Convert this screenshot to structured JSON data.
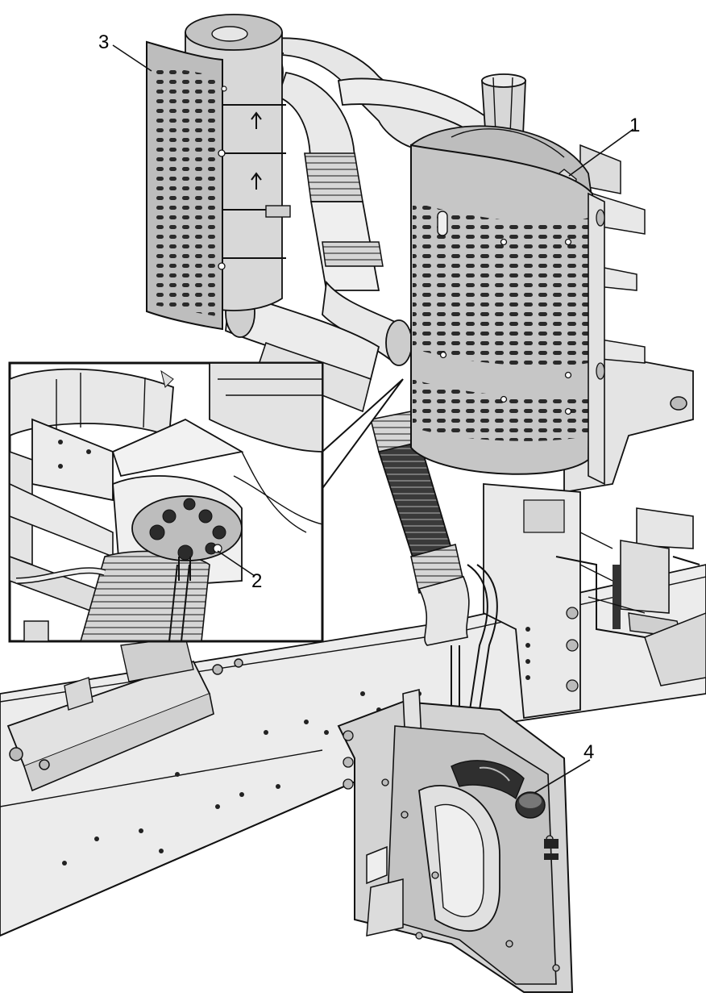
{
  "figure": {
    "callouts": [
      {
        "id": "1",
        "label": "1"
      },
      {
        "id": "2",
        "label": "2"
      },
      {
        "id": "3",
        "label": "3"
      },
      {
        "id": "4",
        "label": "4"
      }
    ],
    "colors": {
      "line": "#111111",
      "shade_light": "#ececec",
      "shade_mid": "#cfcfcf",
      "shade_dark": "#9d9d9d",
      "perforation": "#2a2a2a",
      "background": "#ffffff"
    }
  }
}
